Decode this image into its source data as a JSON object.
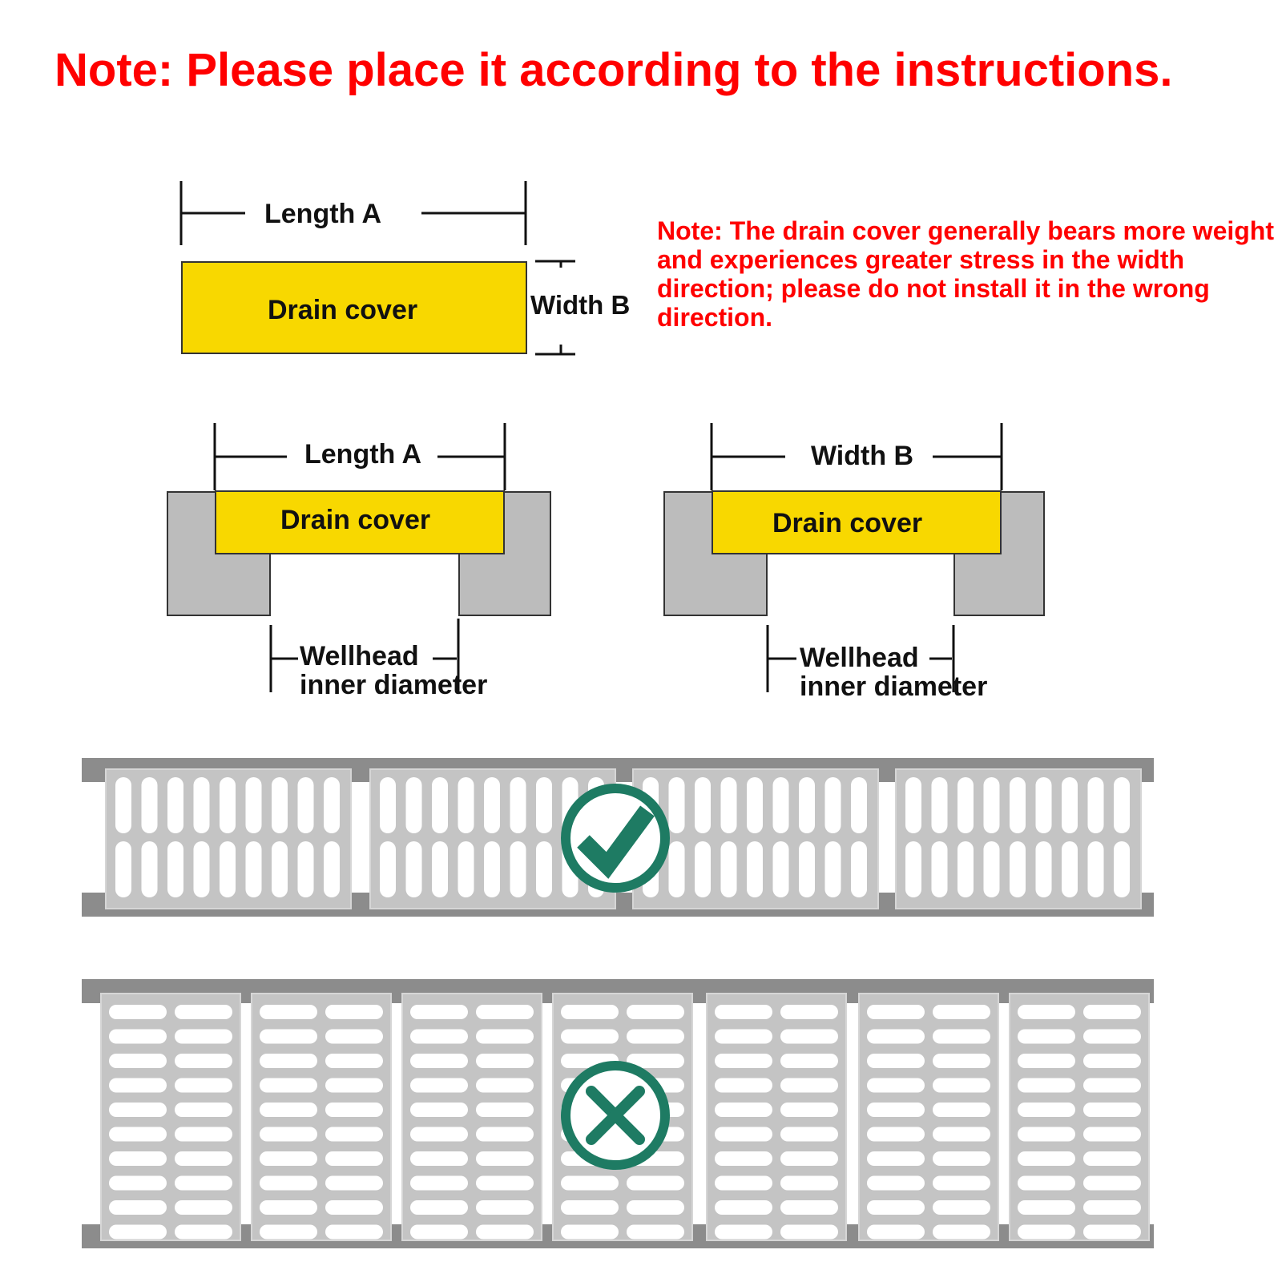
{
  "title": "Note: Please place it according to the instructions.",
  "note": "Note: The drain cover generally bears more weight and experiences greater stress in the width direction; please do not install it in the wrong direction.",
  "top_diagram": {
    "length_label": "Length A",
    "width_label": "Width B",
    "cover_label": "Drain cover"
  },
  "left_diagram": {
    "dimension_label": "Length A",
    "cover_label": "Drain cover",
    "wellhead_line1": "Wellhead",
    "wellhead_line2": "inner diameter"
  },
  "right_diagram": {
    "dimension_label": "Width B",
    "cover_label": "Drain cover",
    "wellhead_line1": "Wellhead",
    "wellhead_line2": "inner diameter"
  },
  "grates": {
    "correct_icon": "check-circle-icon",
    "wrong_icon": "x-circle-icon",
    "icon_color": "#1e7b63",
    "grate_color": "#c4c4c4",
    "rail_color": "#8c8c8c"
  }
}
